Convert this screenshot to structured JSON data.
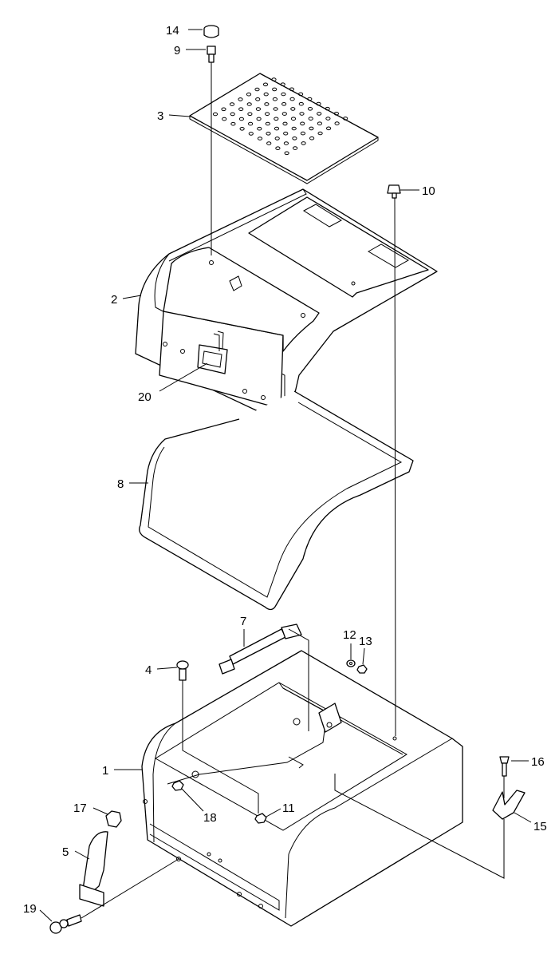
{
  "callouts": {
    "p1": "1",
    "p2": "2",
    "p3": "3",
    "p4": "4",
    "p5": "5",
    "p7": "7",
    "p8": "8",
    "p9": "9",
    "p10": "10",
    "p11": "11",
    "p12": "12",
    "p13": "13",
    "p14": "14",
    "p15": "15",
    "p16": "16",
    "p17": "17",
    "p18": "18",
    "p19": "19",
    "p20": "20"
  }
}
